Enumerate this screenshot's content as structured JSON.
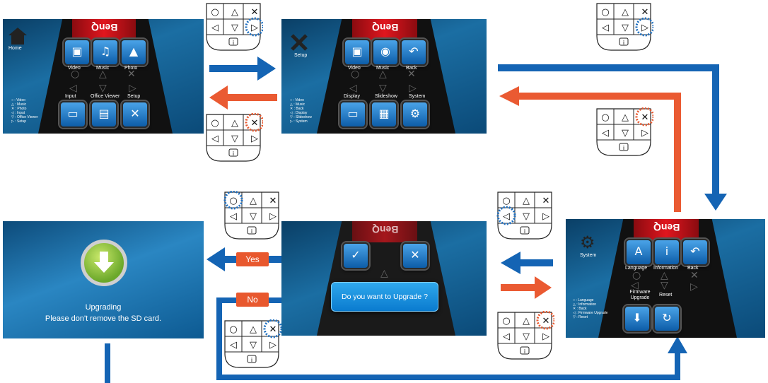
{
  "colors": {
    "blue": "#1464b4",
    "orange": "#ea5a32",
    "dotBlue": "#1e6fc0",
    "dotOrange": "#e8582e"
  },
  "remote": {
    "circle": "○",
    "triangle": "△",
    "cross": "✕",
    "left": "◁",
    "down": "▽",
    "right": "▷",
    "info": "i"
  },
  "home": {
    "brand": "BenQ",
    "icon": "home-icon",
    "label": "Home",
    "tiles": [
      "Video",
      "Music",
      "Photo",
      "Input",
      "Office Viewer",
      "Setup"
    ],
    "legend": [
      "○ : Video",
      "△ : Music",
      "✕ : Photo",
      "◁ : Input",
      "▽ : Office Viewer",
      "▷ : Setup"
    ]
  },
  "setup": {
    "brand": "BenQ",
    "icon": "tools-icon",
    "label": "Setup",
    "tiles": [
      "Video",
      "Music",
      "Back",
      "Display",
      "Slideshow",
      "System"
    ],
    "legend": [
      "○ : Video",
      "△ : Music",
      "✕ : Back",
      "◁ : Display",
      "▽ : Slideshow",
      "▷ : System"
    ]
  },
  "system": {
    "brand": "BenQ",
    "icon": "gears-icon",
    "label": "System",
    "tiles": [
      "Language",
      "Information",
      "Back",
      "Firmware Upgrade",
      "Reset"
    ],
    "legend": [
      "○ : Language",
      "△ : Information",
      "✕ : Back",
      "◁ : Firmware Upgrade",
      "▽ : Reset"
    ]
  },
  "confirm": {
    "brand": "BenQ",
    "dialog": "Do you want to Upgrade ?"
  },
  "upgrading": {
    "title": "Upgrading",
    "message": "Please don't remove the SD card."
  },
  "flow": {
    "yes": "Yes",
    "no": "No"
  }
}
